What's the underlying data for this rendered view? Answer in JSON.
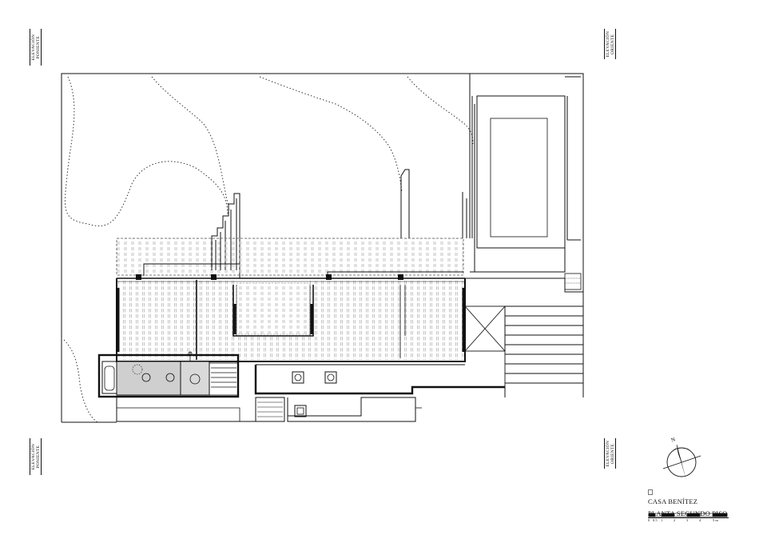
{
  "elevation_labels": {
    "top_left": [
      "ELEVACIÓN",
      "PONIENTE"
    ],
    "top_right": [
      "ELEVACIÓN",
      "ORIENTE"
    ],
    "bottom_left": [
      "ELEVACIÓN",
      "PONIENTE"
    ],
    "bottom_right": [
      "ELEVACIÓN",
      "ORIENTE"
    ]
  },
  "north_arrow": {
    "label": "N"
  },
  "title": {
    "project": "CASA BENÍTEZ",
    "sheet": "PLANTA SEGUNDO PISO"
  },
  "scale_bar": {
    "ticks": [
      "0",
      "0.5",
      "1",
      "2",
      "3",
      "4",
      "5 m"
    ]
  },
  "colors": {
    "line": "#111111",
    "hatch": "#9a9a9a",
    "dotted": "#333333",
    "wet_area_fill": "#cfcfcf"
  }
}
